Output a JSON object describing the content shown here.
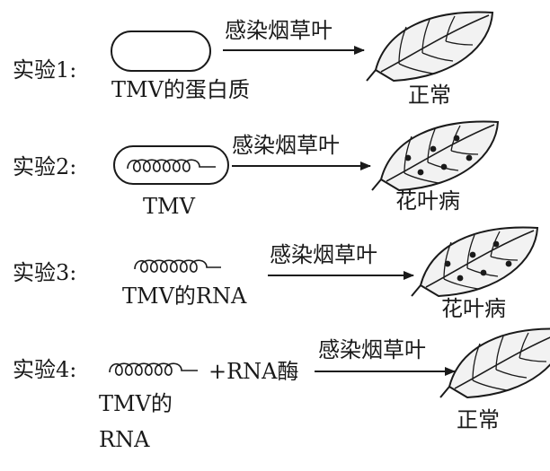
{
  "experiments": [
    {
      "label": "实验1:",
      "material": "TMV的蛋白质",
      "arrow_label": "感染烟草叶",
      "result": "正常"
    },
    {
      "label": "实验2:",
      "material": "TMV",
      "arrow_label": "感染烟草叶",
      "result": "花叶病"
    },
    {
      "label": "实验3:",
      "material": "TMV的RNA",
      "arrow_label": "感染烟草叶",
      "result": "花叶病"
    },
    {
      "label": "实验4:",
      "material_line1": "TMV的",
      "material_line2": "RNA",
      "additive": "+RNA酶",
      "arrow_label": "感染烟草叶",
      "result": "正常"
    }
  ]
}
